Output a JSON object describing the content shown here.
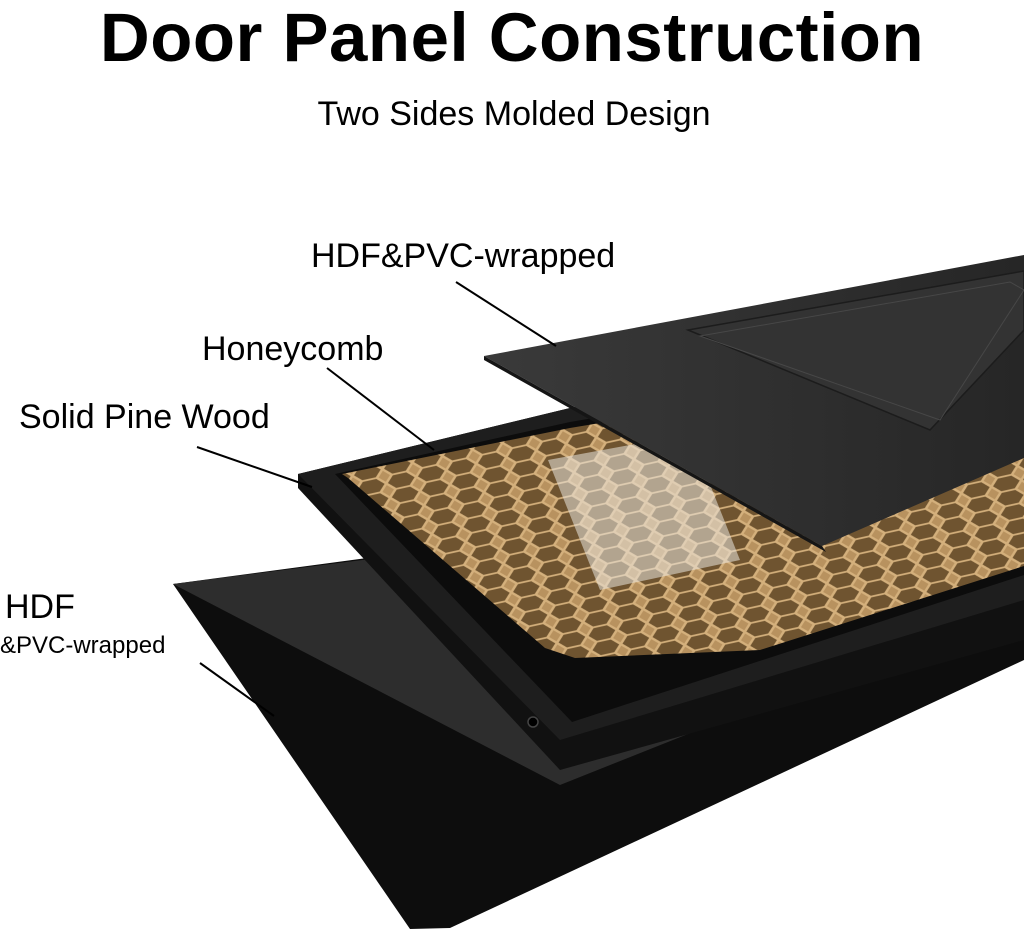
{
  "title": "Door Panel Construction",
  "subtitle": "Two Sides Molded Design",
  "layers": {
    "top_skin": "HDF&PVC-wrapped",
    "core": "Honeycomb",
    "frame": "Solid Pine Wood",
    "bottom_skin_line1": "HDF",
    "bottom_skin_line2": "&PVC-wrapped"
  },
  "colors": {
    "panel": "#2b2b2b",
    "frame": "#111111",
    "honeycomb": "#a8865a",
    "honeycomb_cell": "#7d5f38"
  }
}
